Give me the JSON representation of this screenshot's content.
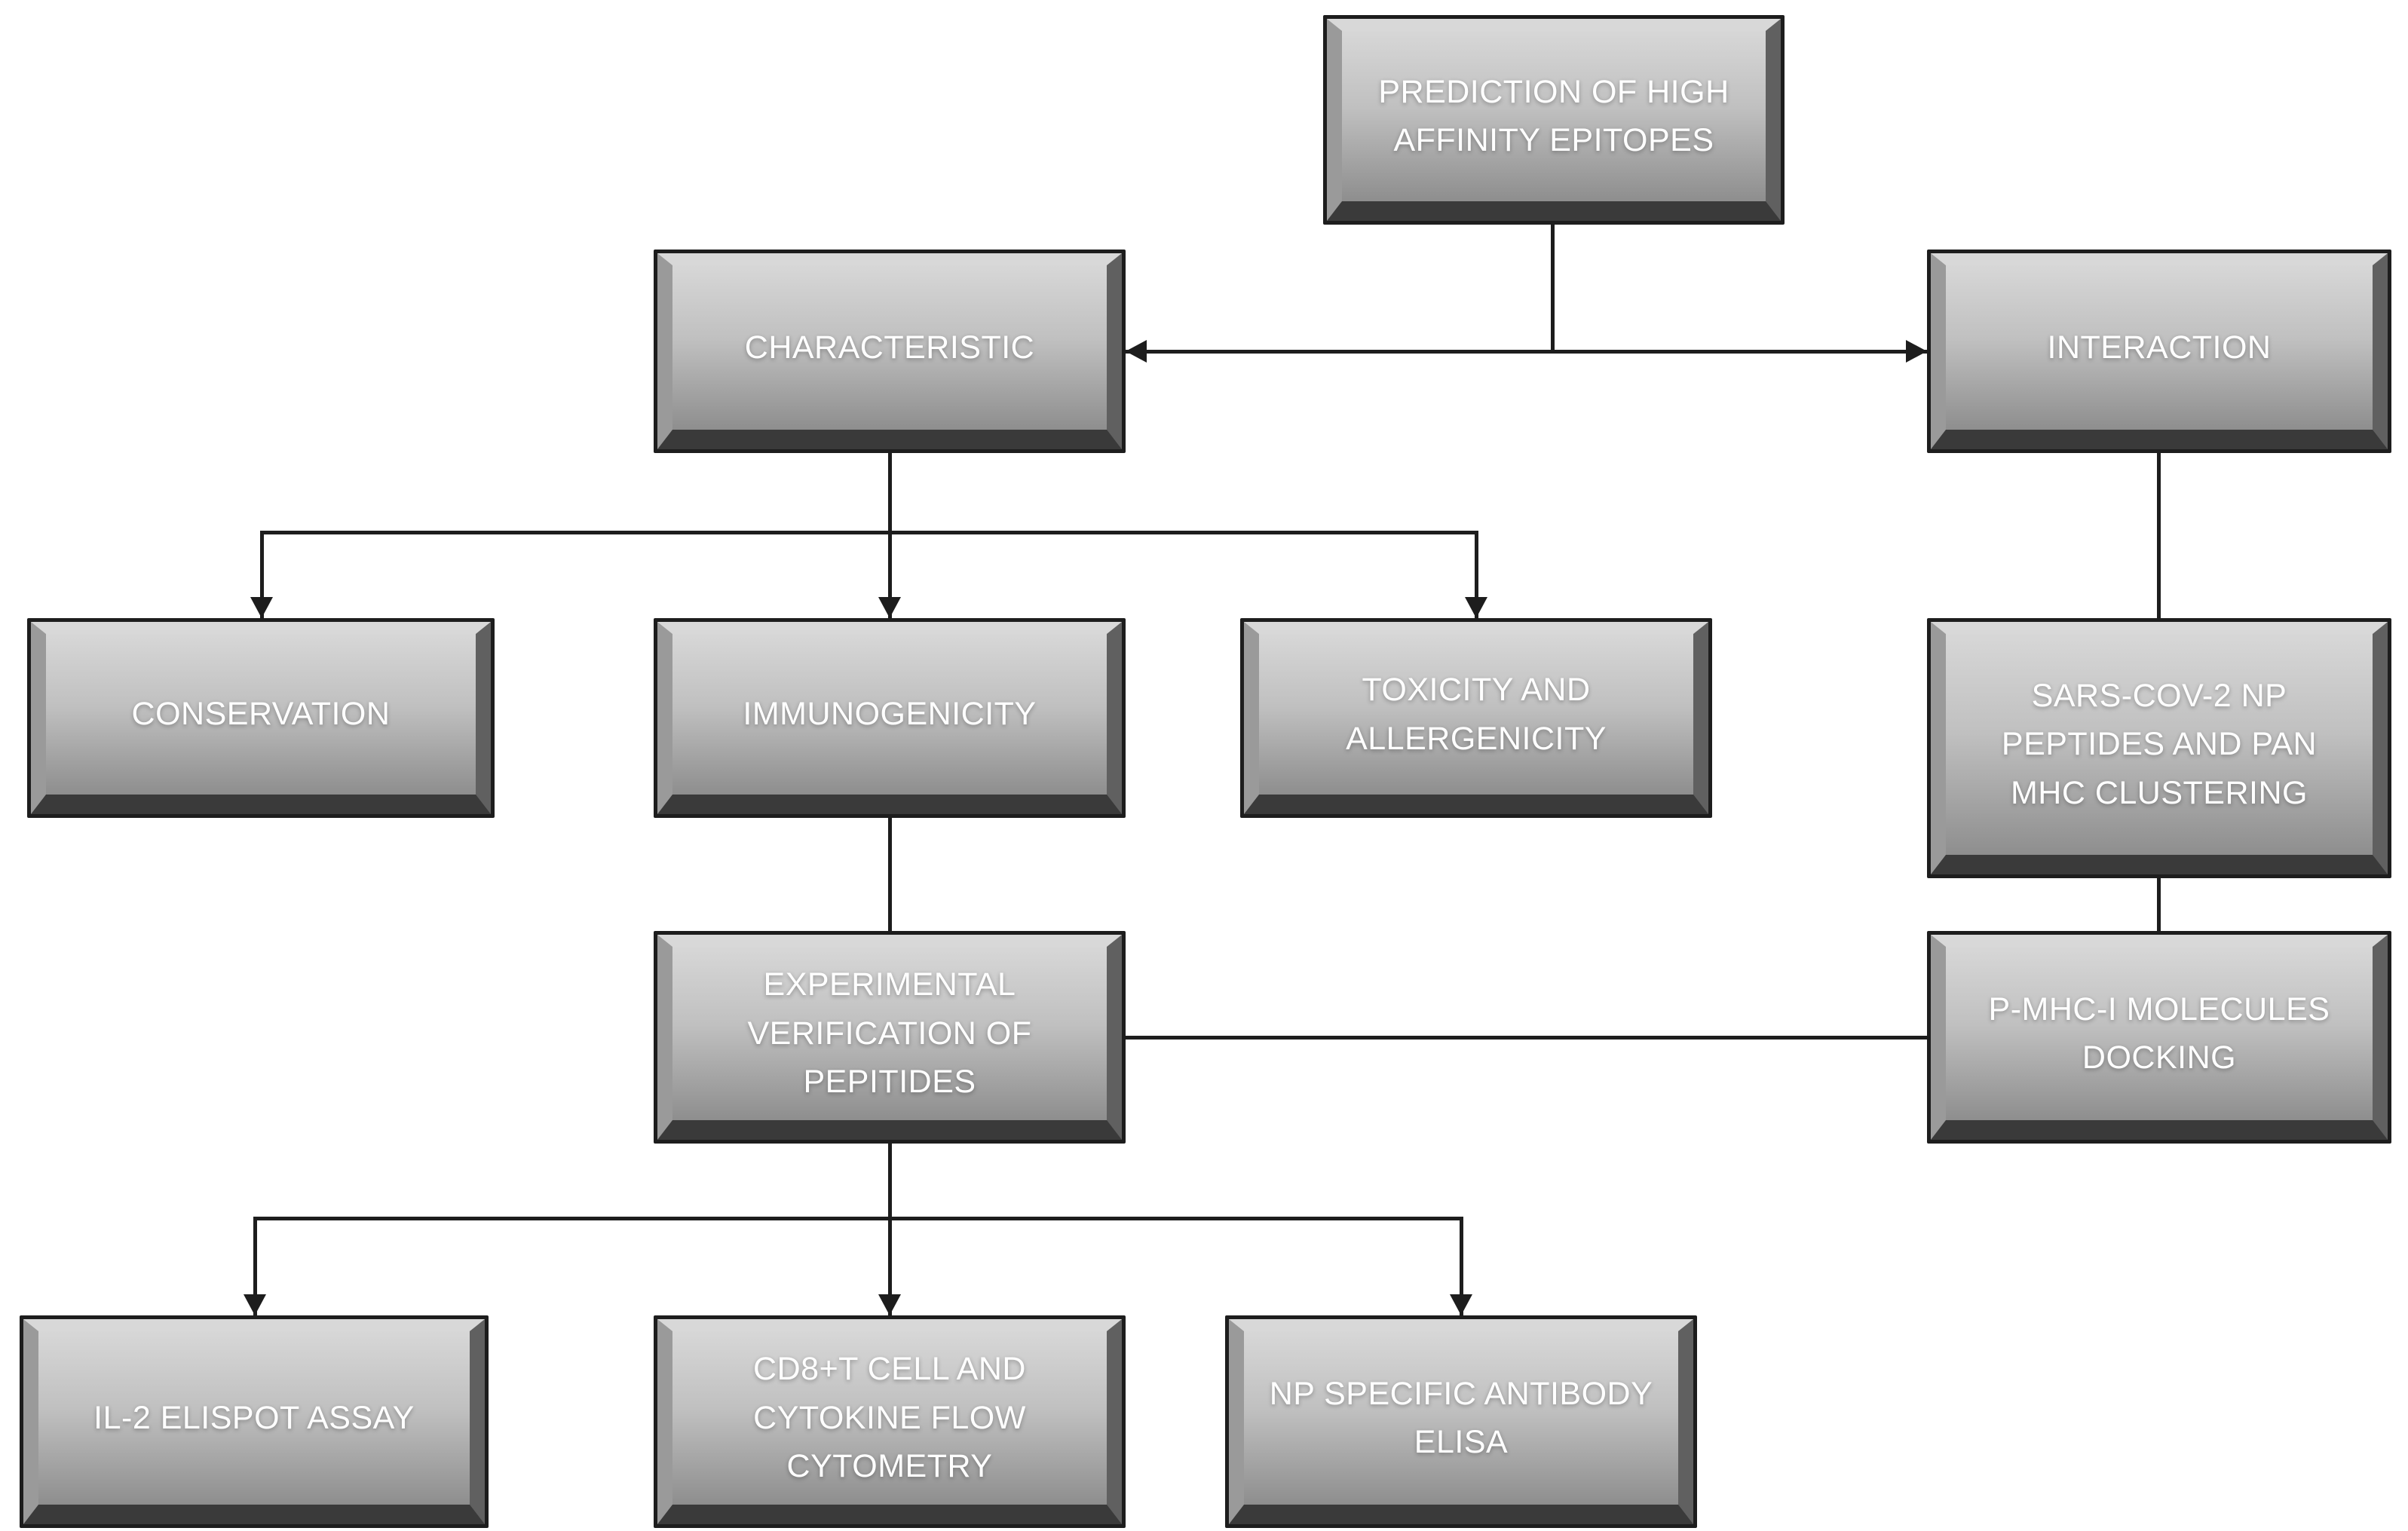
{
  "colors": {
    "line": "#1d1d1d",
    "node-border": "#1d1d1d",
    "bevel-top": "#d8d8d8",
    "bevel-left": "#9a9a9a",
    "bevel-right": "#606060",
    "bevel-bottom": "#3a3a3a",
    "face-top": "#d7d7d7",
    "face-mid": "#c0c0c0",
    "face-bottom": "#8e8e8e",
    "text": "#ffffff",
    "bg": "#ffffff"
  },
  "flowchart": {
    "nodes": {
      "prediction": {
        "label": "PREDICTION OF HIGH\nAFFINITY EPITOPES"
      },
      "characteristic": {
        "label": "CHARACTERISTIC"
      },
      "interaction": {
        "label": "INTERACTION"
      },
      "conservation": {
        "label": "CONSERVATION"
      },
      "immunogenicity": {
        "label": "IMMUNOGENICITY"
      },
      "toxicity": {
        "label": "TOXICITY AND\nALLERGENICITY"
      },
      "sars_clustering": {
        "label": "SARS-COV-2 NP\nPEPTIDES AND PAN\nMHC CLUSTERING"
      },
      "experimental": {
        "label": "EXPERIMENTAL\nVERIFICATION OF\nPEPITIDES"
      },
      "pmhc_docking": {
        "label": "P-MHC-I MOLECULES\nDOCKING"
      },
      "il2_elispot": {
        "label": "IL-2 ELISPOT ASSAY"
      },
      "cd8_cytometry": {
        "label": "CD8+T CELL AND\nCYTOKINE FLOW\nCYTOMETRY"
      },
      "np_elisa": {
        "label": "NP SPECIFIC ANTIBODY\nELISA"
      }
    },
    "edges": [
      {
        "from": "prediction",
        "to": "characteristic",
        "arrow": true
      },
      {
        "from": "prediction",
        "to": "interaction",
        "arrow": true
      },
      {
        "from": "characteristic",
        "to": "conservation",
        "arrow": true
      },
      {
        "from": "characteristic",
        "to": "immunogenicity",
        "arrow": true
      },
      {
        "from": "characteristic",
        "to": "toxicity",
        "arrow": true
      },
      {
        "from": "interaction",
        "to": "sars_clustering",
        "arrow": false
      },
      {
        "from": "immunogenicity",
        "to": "experimental",
        "arrow": false
      },
      {
        "from": "sars_clustering",
        "to": "pmhc_docking",
        "arrow": false
      },
      {
        "from": "pmhc_docking",
        "to": "experimental",
        "arrow": false
      },
      {
        "from": "experimental",
        "to": "il2_elispot",
        "arrow": true
      },
      {
        "from": "experimental",
        "to": "cd8_cytometry",
        "arrow": true
      },
      {
        "from": "experimental",
        "to": "np_elisa",
        "arrow": true
      }
    ]
  }
}
